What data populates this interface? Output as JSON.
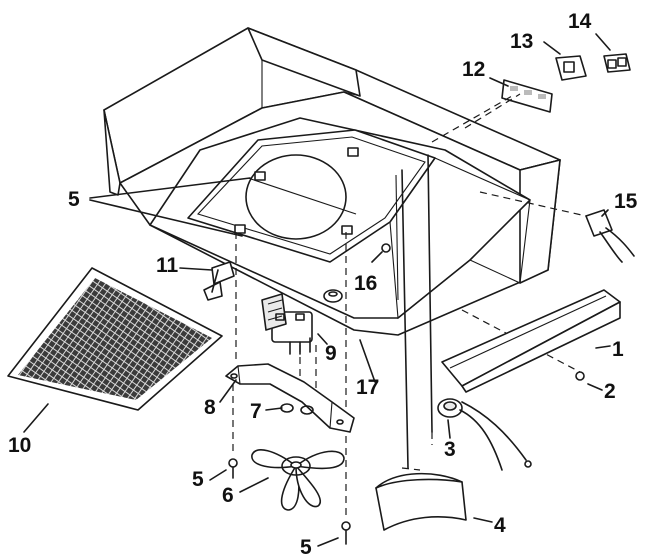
{
  "diagram": {
    "part_labels": [
      "1",
      "2",
      "3",
      "4",
      "5",
      "5",
      "5",
      "6",
      "7",
      "8",
      "9",
      "10",
      "11",
      "12",
      "13",
      "14",
      "15",
      "16",
      "17"
    ]
  }
}
